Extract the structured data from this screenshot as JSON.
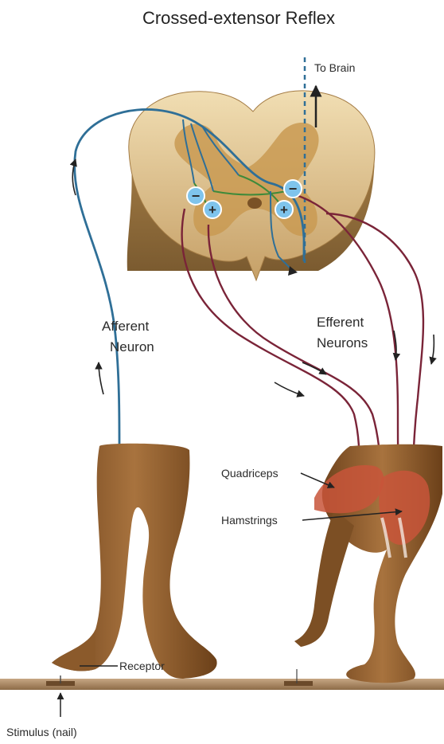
{
  "title": "Crossed-extensor Reflex",
  "labels": {
    "to_brain": "To Brain",
    "afferent": [
      "Afferent",
      "Neuron"
    ],
    "efferent": [
      "Efferent",
      "Neurons"
    ],
    "quadriceps": "Quadriceps",
    "hamstrings": "Hamstrings",
    "receptor": "Receptor",
    "stimulus": "Stimulus (nail)"
  },
  "synapse_signs": {
    "minus": "−",
    "plus": "+"
  },
  "colors": {
    "afferent_nerve": "#2f6f97",
    "efferent_nerve": "#7a2438",
    "interneuron": "#3e8a3a",
    "spinal_tissue": "#e7cf9c",
    "grey_matter": "#c99a52",
    "skin": "#8b5a2b",
    "muscle": "#c8553a",
    "floor": "#a07f5a",
    "synapse_fill": "#7fc4ec"
  }
}
